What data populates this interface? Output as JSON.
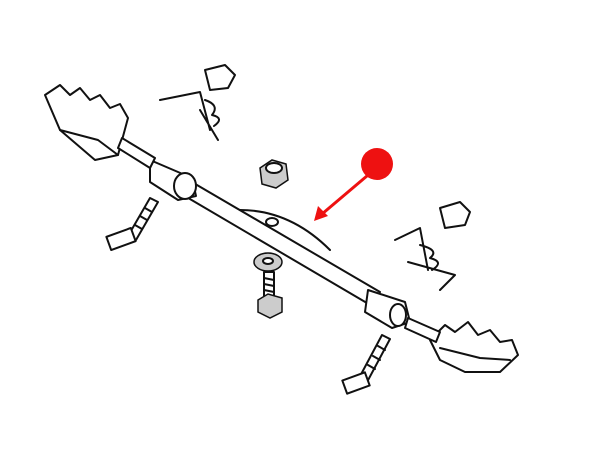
{
  "diagram": {
    "type": "exploded-parts-drawing",
    "parts": [
      "footpeg-left",
      "footpeg-right",
      "footpeg-bar",
      "mount-bolts",
      "nut",
      "washer",
      "springs",
      "pivot-pins"
    ],
    "annotation": {
      "marker": "red-dot-arrow",
      "marker_color": "#ee1111",
      "points_to": "footpeg-bar"
    }
  }
}
